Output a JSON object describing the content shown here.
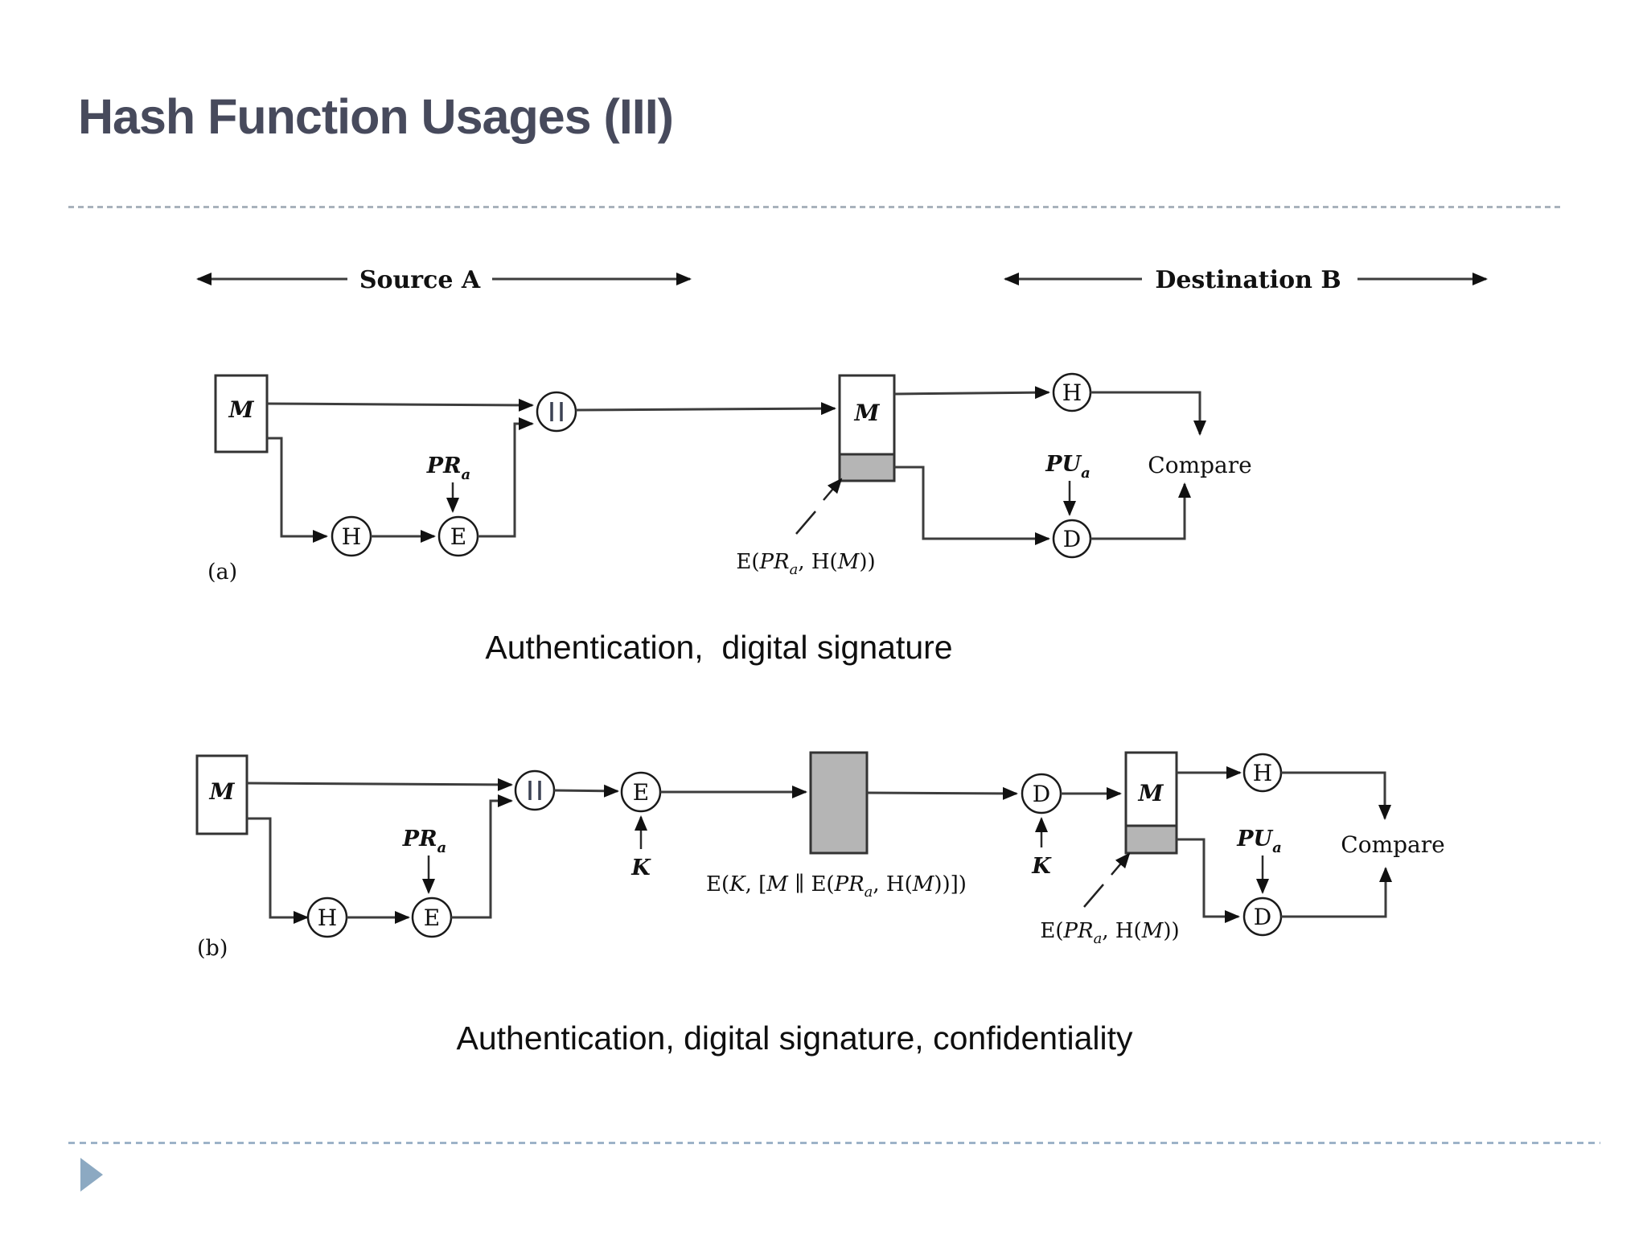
{
  "slide": {
    "title": "Hash Function Usages (III)",
    "caption_a": "Authentication,  digital signature",
    "caption_b": "Authentication, digital signature, confidentiality"
  },
  "diagram": {
    "span_source": "Source A",
    "span_destination": "Destination B",
    "node_m": "M",
    "node_h": "H",
    "node_e": "E",
    "node_d": "D",
    "compare": "Compare",
    "key_private_base": "PR",
    "key_public_base": "PU",
    "key_sub": "a",
    "key_symmetric": "K",
    "fig_a": "(a)",
    "fig_b": "(b)",
    "formula_sig": {
      "p1": "E(",
      "v1": "PR",
      "s1": "a",
      "p2": ", H(",
      "v2": "M",
      "p3": "))"
    },
    "formula_env": {
      "p1": "E(",
      "v1": "K",
      "p2": ", [",
      "v2": "M",
      "p3": " ∥ E(",
      "v3": "PR",
      "s3": "a",
      "p4": ", H(",
      "v4": "M",
      "p5": "))])"
    }
  },
  "icons": {
    "concat": "parallel-bars",
    "slide_marker": "right-triangle"
  },
  "colors": {
    "title": "#474a5c",
    "divider_top": "#a9b2bc",
    "divider_bottom": "#9db3c8",
    "triangle": "#8ca9c2",
    "gray_fill": "#b5b5b5",
    "line": "#3d3d3d"
  }
}
